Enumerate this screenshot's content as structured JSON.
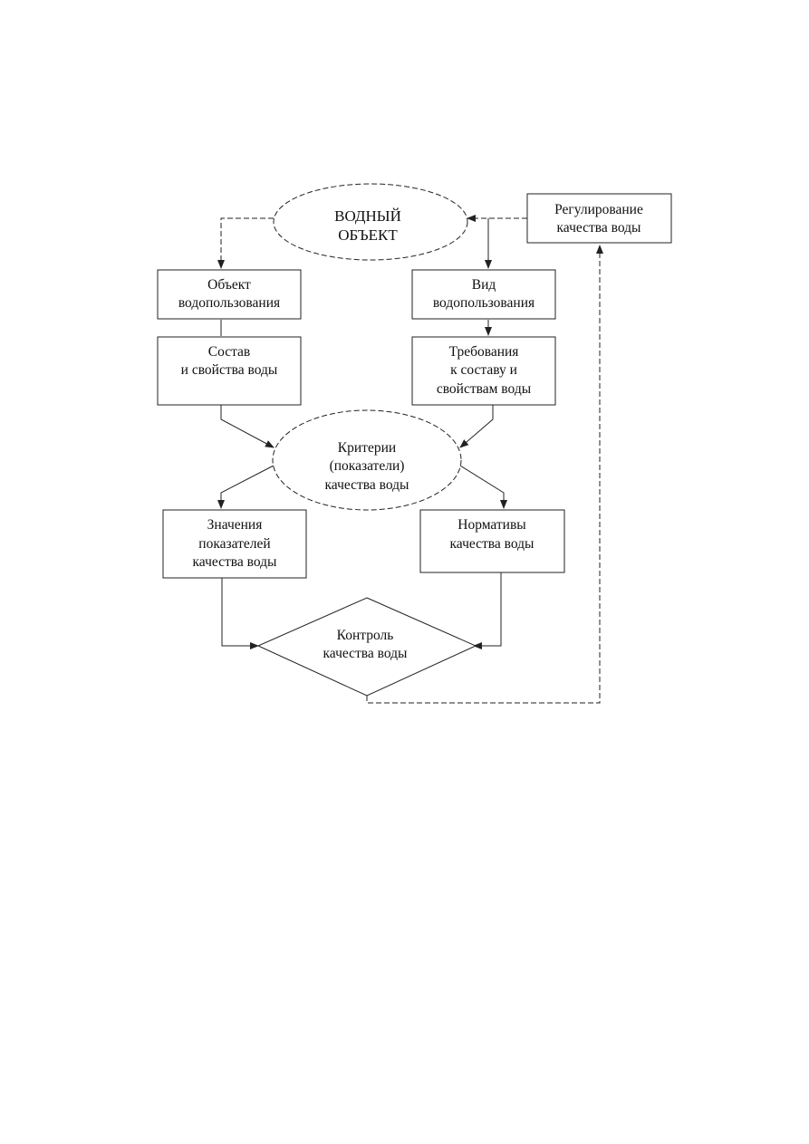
{
  "diagram": {
    "water_body": [
      "ВОДНЫЙ",
      "ОБЪЕКТ"
    ],
    "regulation": [
      "Регулирование",
      "качества воды"
    ],
    "use_object": [
      "Объект",
      "водопользования"
    ],
    "use_type": [
      "Вид",
      "водопользования"
    ],
    "composition": [
      "Состав",
      "и свойства воды"
    ],
    "requirements": [
      "Требования",
      "к составу и",
      "свойствам воды"
    ],
    "criteria": [
      "Критерии",
      "(показатели)",
      "качества воды"
    ],
    "values": [
      "Значения",
      "показателей",
      "качества воды"
    ],
    "norms": [
      "Нормативы",
      "качества воды"
    ],
    "control": [
      "Контроль",
      "качества воды"
    ]
  }
}
